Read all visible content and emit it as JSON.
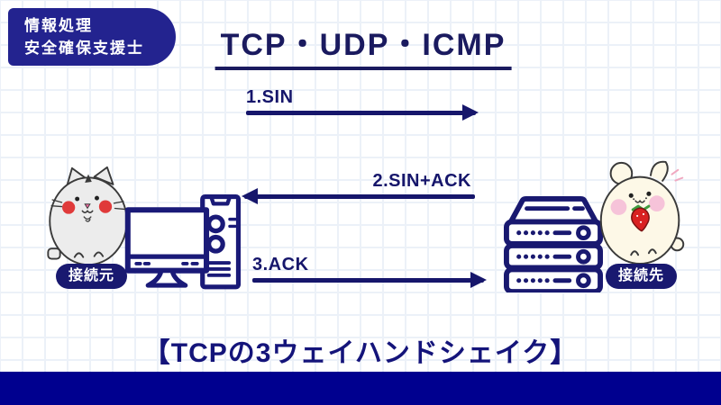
{
  "header": {
    "badge": {
      "line1": "情報処理",
      "line2": "安全確保支援士"
    },
    "title": "TCP・UDP・ICMP"
  },
  "diagram": {
    "arrows": [
      {
        "label": "1.SIN",
        "direction": "right"
      },
      {
        "label": "2.SIN+ACK",
        "direction": "left"
      },
      {
        "label": "3.ACK",
        "direction": "right"
      }
    ],
    "client": {
      "badge": "接続元",
      "icons": [
        "cat-character-icon",
        "desktop-computer-icon"
      ]
    },
    "server": {
      "badge": "接続先",
      "icons": [
        "server-rack-icon",
        "hamster-character-icon"
      ]
    }
  },
  "caption": "【TCPの3ウェイハンドシェイク】",
  "colors": {
    "navy_header": "#23238f",
    "navy_badge": "#191970",
    "navy_line": "#16166b",
    "navy_title": "#1a1a5f",
    "navy_footer": "#00008f",
    "grid_line": "#ecf1f8",
    "cat_body": "#ececec",
    "cheek_red": "#e03a3a",
    "hamster_body": "#fdf8e7",
    "cheek_pink": "#f6c3d9",
    "strawberry_red": "#d92121",
    "leaf_green": "#3f9b3f"
  }
}
